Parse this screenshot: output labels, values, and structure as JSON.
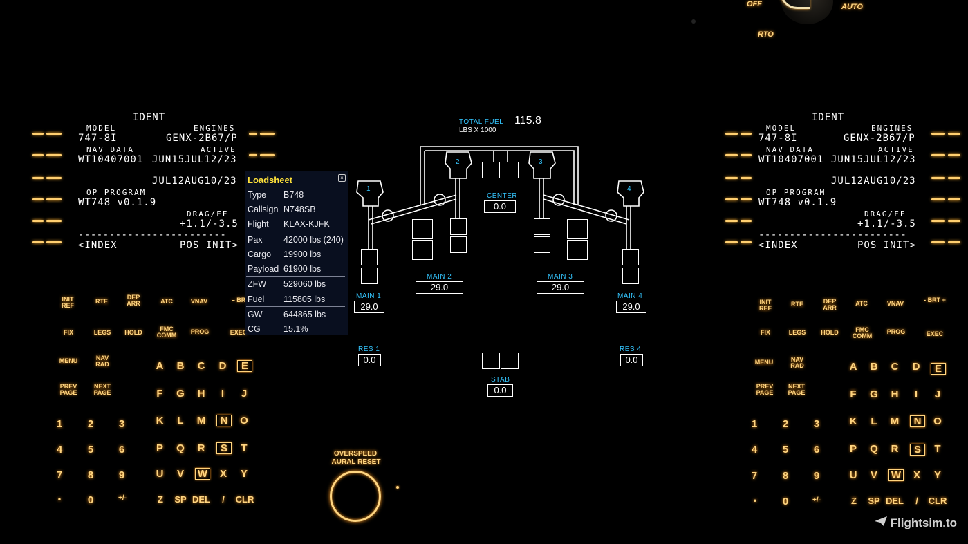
{
  "cdu_left": {
    "title": "IDENT",
    "model_label": "MODEL",
    "engines_label": "ENGINES",
    "model": "747-8I",
    "engines": "GENX-2B67/P",
    "navdata_label": "NAV DATA",
    "active_label": "ACTIVE",
    "navdata": "WT10407001",
    "active1": "JUN15JUL12/23",
    "active2": "JUL12AUG10/23",
    "op_program_label": "OP PROGRAM",
    "op_program": "WT748 v0.1.9",
    "dragff_label": "DRAG/FF",
    "dragff": "+1.1/-3.5",
    "separator": "------------------------",
    "index": "<INDEX",
    "pos_init": "POS INIT>"
  },
  "cdu_right": {
    "title": "IDENT",
    "model_label": "MODEL",
    "engines_label": "ENGINES",
    "model": "747-8I",
    "engines": "GENX-2B67/P",
    "navdata_label": "NAV DATA",
    "active_label": "ACTIVE",
    "navdata": "WT10407001",
    "active1": "JUN15JUL12/23",
    "active2": "JUL12AUG10/23",
    "op_program_label": "OP PROGRAM",
    "op_program": "WT748 v0.1.9",
    "dragff_label": "DRAG/FF",
    "dragff": "+1.1/-3.5",
    "separator": "------------------------",
    "index": "<INDEX",
    "pos_init": "POS INIT>"
  },
  "keys_left": {
    "init_ref": "INIT REF",
    "rte": "RTE",
    "dep_arr": "DEP ARR",
    "atc": "ATC",
    "vnav": "VNAV",
    "brt": "– BR",
    "fix": "FIX",
    "legs": "LEGS",
    "hold": "HOLD",
    "fmc_comm": "FMC COMM",
    "prog": "PROG",
    "exec": "EXEC",
    "menu": "MENU",
    "nav_rad": "NAV RAD",
    "prev_page": "PREV PAGE",
    "next_page": "NEXT PAGE"
  },
  "keys_right": {
    "init_ref": "INIT REF",
    "rte": "RTE",
    "dep_arr": "DEP ARR",
    "atc": "ATC",
    "vnav": "VNAV",
    "brt": "- BRT +",
    "fix": "FIX",
    "legs": "LEGS",
    "hold": "HOLD",
    "fmc_comm": "FMC COMM",
    "prog": "PROG",
    "exec": "EXEC",
    "menu": "MENU",
    "nav_rad": "NAV RAD",
    "prev_page": "PREV PAGE",
    "next_page": "NEXT PAGE"
  },
  "alpha_rows": [
    [
      "A",
      "B",
      "C",
      "D",
      "E"
    ],
    [
      "F",
      "G",
      "H",
      "I",
      "J"
    ],
    [
      "K",
      "L",
      "M",
      "N",
      "O"
    ],
    [
      "P",
      "Q",
      "R",
      "S",
      "T"
    ],
    [
      "U",
      "V",
      "W",
      "X",
      "Y"
    ],
    [
      "Z",
      "SP",
      "DEL",
      "/",
      "CLR"
    ]
  ],
  "num_rows": [
    [
      "1",
      "2",
      "3"
    ],
    [
      "4",
      "5",
      "6"
    ],
    [
      "7",
      "8",
      "9"
    ],
    [
      "•",
      "0",
      "+/-"
    ]
  ],
  "loadsheet": {
    "title": "Loadsheet",
    "close": "×",
    "rows": [
      {
        "k": "Type",
        "v": "B748"
      },
      {
        "k": "Callsign",
        "v": "N748SB"
      },
      {
        "k": "Flight",
        "v": "KLAX-KJFK"
      },
      {
        "k": "Pax",
        "v": "42000 lbs (240)"
      },
      {
        "k": "Cargo",
        "v": "19900 lbs"
      },
      {
        "k": "Payload",
        "v": "61900 lbs"
      },
      {
        "k": "ZFW",
        "v": "529060 lbs"
      },
      {
        "k": "Fuel",
        "v": "115805 lbs"
      },
      {
        "k": "GW",
        "v": "644865 lbs"
      },
      {
        "k": "CG",
        "v": "15.1%"
      }
    ]
  },
  "fuel": {
    "total_label": "TOTAL FUEL",
    "units_label": "LBS X 1000",
    "total": "115.8",
    "center_label": "CENTER",
    "center": "0.0",
    "main1_label": "MAIN 1",
    "main1": "29.0",
    "main2_label": "MAIN 2",
    "main2": "29.0",
    "main3_label": "MAIN 3",
    "main3": "29.0",
    "main4_label": "MAIN 4",
    "main4": "29.0",
    "res1_label": "RES 1",
    "res1": "0.0",
    "res4_label": "RES 4",
    "res4": "0.0",
    "stab_label": "STAB",
    "stab": "0.0",
    "engine_numbers": [
      "1",
      "2",
      "3",
      "4"
    ]
  },
  "overhead": {
    "off": "OFF",
    "auto": "AUTO",
    "rto": "RTO",
    "overspeed_line1": "OVERSPEED",
    "overspeed_line2": "AURAL RESET"
  },
  "brand": "Flightsim.to",
  "colors": {
    "cyan": "#34c6ff",
    "amber": "#ffd580",
    "loadsheet_title": "#ffe13a"
  }
}
